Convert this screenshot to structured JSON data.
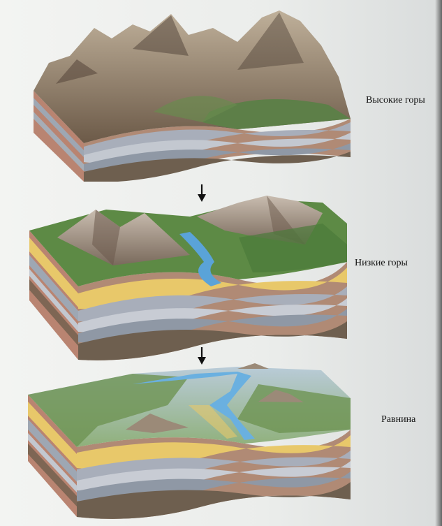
{
  "stages": [
    {
      "label": "Высокие горы"
    },
    {
      "label": "Низкие горы"
    },
    {
      "label": "Равнина"
    }
  ],
  "colors": {
    "page": "#ebedeb",
    "rock_grey": "#9ea7b3",
    "rock_brown": "#8a5a47",
    "sand": "#e8c86a",
    "grass": "#5d8a45",
    "water": "#5aa3d8",
    "mountain": "#9b8a78"
  }
}
